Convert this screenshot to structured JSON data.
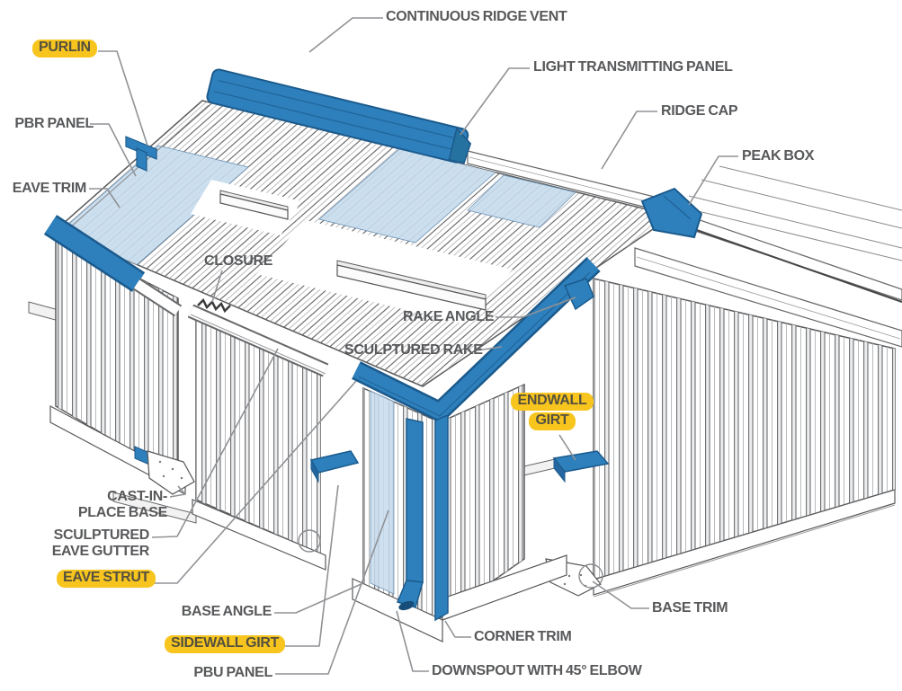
{
  "diagram": {
    "description": "Exploded isometric diagram of a pre-engineered metal building showing named steel components",
    "colors": {
      "structure_blue": "#2E80BD",
      "structure_blue_dark": "#1B5A8C",
      "panel_light_blue": "#C7DBED",
      "line_gray": "#58595B",
      "leader_gray": "#909295",
      "label_text": "#58595B",
      "highlight_yellow": "#F7C51E",
      "background": "#FFFFFF"
    },
    "labels": [
      {
        "id": "continuous-ridge-vent",
        "text": "CONTINUOUS RIDGE VENT",
        "highlighted": false
      },
      {
        "id": "purlin",
        "text": "PURLIN",
        "highlighted": true
      },
      {
        "id": "light-transmitting-panel",
        "text": "LIGHT TRANSMITTING PANEL",
        "highlighted": false
      },
      {
        "id": "ridge-cap",
        "text": "RIDGE CAP",
        "highlighted": false
      },
      {
        "id": "peak-box",
        "text": "PEAK BOX",
        "highlighted": false
      },
      {
        "id": "pbr-panel",
        "text": "PBR PANEL",
        "highlighted": false
      },
      {
        "id": "eave-trim",
        "text": "EAVE TRIM",
        "highlighted": false
      },
      {
        "id": "closure",
        "text": "CLOSURE",
        "highlighted": false
      },
      {
        "id": "rake-angle",
        "text": "RAKE ANGLE",
        "highlighted": false
      },
      {
        "id": "sculptured-rake",
        "text": "SCULPTURED RAKE",
        "highlighted": false
      },
      {
        "id": "endwall-girt",
        "text": "ENDWALL GIRT",
        "lines": [
          "ENDWALL",
          "GIRT"
        ],
        "highlighted": true
      },
      {
        "id": "cast-in-place-base",
        "text": "CAST-IN-PLACE BASE",
        "lines": [
          "CAST-IN-",
          "PLACE BASE"
        ],
        "highlighted": false
      },
      {
        "id": "sculptured-eave-gutter",
        "text": "SCULPTURED EAVE GUTTER",
        "lines": [
          "SCULPTURED",
          "EAVE GUTTER"
        ],
        "highlighted": false
      },
      {
        "id": "eave-strut",
        "text": "EAVE STRUT",
        "highlighted": true
      },
      {
        "id": "base-angle",
        "text": "BASE ANGLE",
        "highlighted": false
      },
      {
        "id": "sidewall-girt",
        "text": "SIDEWALL GIRT",
        "highlighted": true
      },
      {
        "id": "pbu-panel",
        "text": "PBU PANEL",
        "highlighted": false
      },
      {
        "id": "corner-trim",
        "text": "CORNER TRIM",
        "highlighted": false
      },
      {
        "id": "downspout-45-elbow",
        "text": "DOWNSPOUT WITH 45° ELBOW",
        "highlighted": false
      },
      {
        "id": "base-trim",
        "text": "BASE TRIM",
        "highlighted": false
      }
    ]
  }
}
